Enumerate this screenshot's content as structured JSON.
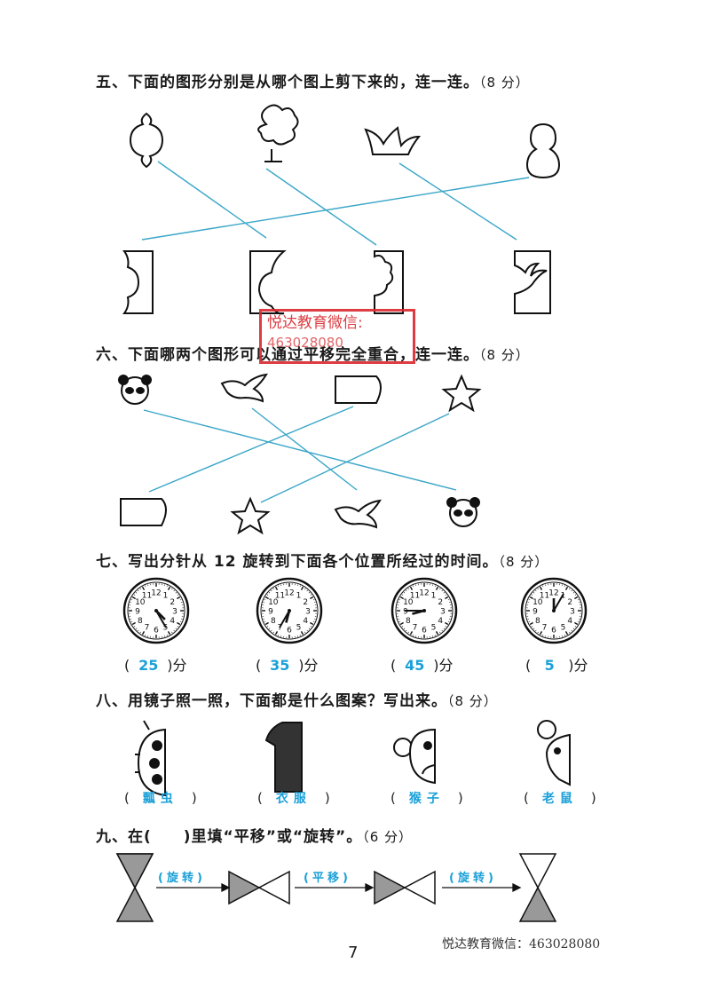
{
  "sections": {
    "s5": {
      "title": "五、下面的图形分别是从哪个图上剪下来的，连一连。",
      "points": "（8 分）"
    },
    "s6": {
      "title": "六、下面哪两个图形可以通过平移完全重合，连一连。",
      "points": "（8 分）"
    },
    "s7": {
      "title": "七、写出分针从 12 旋转到下面各个位置所经过的时间。",
      "points": "（8 分）",
      "answers": [
        "25",
        "35",
        "45",
        "5"
      ],
      "unit": "分"
    },
    "s8": {
      "title": "八、用镜子照一照，下面都是什么图案？写出来。",
      "points": "（8 分）",
      "answers": [
        "瓢虫",
        "衣服",
        "猴子",
        "老鼠"
      ]
    },
    "s9": {
      "title": "九、在(　　)里填“平移”或“旋转”。",
      "points": "（6 分）",
      "answers": [
        "旋转",
        "平移",
        "旋转"
      ]
    }
  },
  "clock_numbers": [
    "12",
    "1",
    "2",
    "3",
    "4",
    "5",
    "6",
    "7",
    "8",
    "9",
    "10",
    "11"
  ],
  "stamp": {
    "line1": "悦达教育微信:",
    "line2": "463028080"
  },
  "page_number": "7",
  "footer": "悦达教育微信：463028080",
  "colors": {
    "answer": "#1aa0d8",
    "line": "#3aa6c8",
    "stamp": "#d9282e"
  }
}
